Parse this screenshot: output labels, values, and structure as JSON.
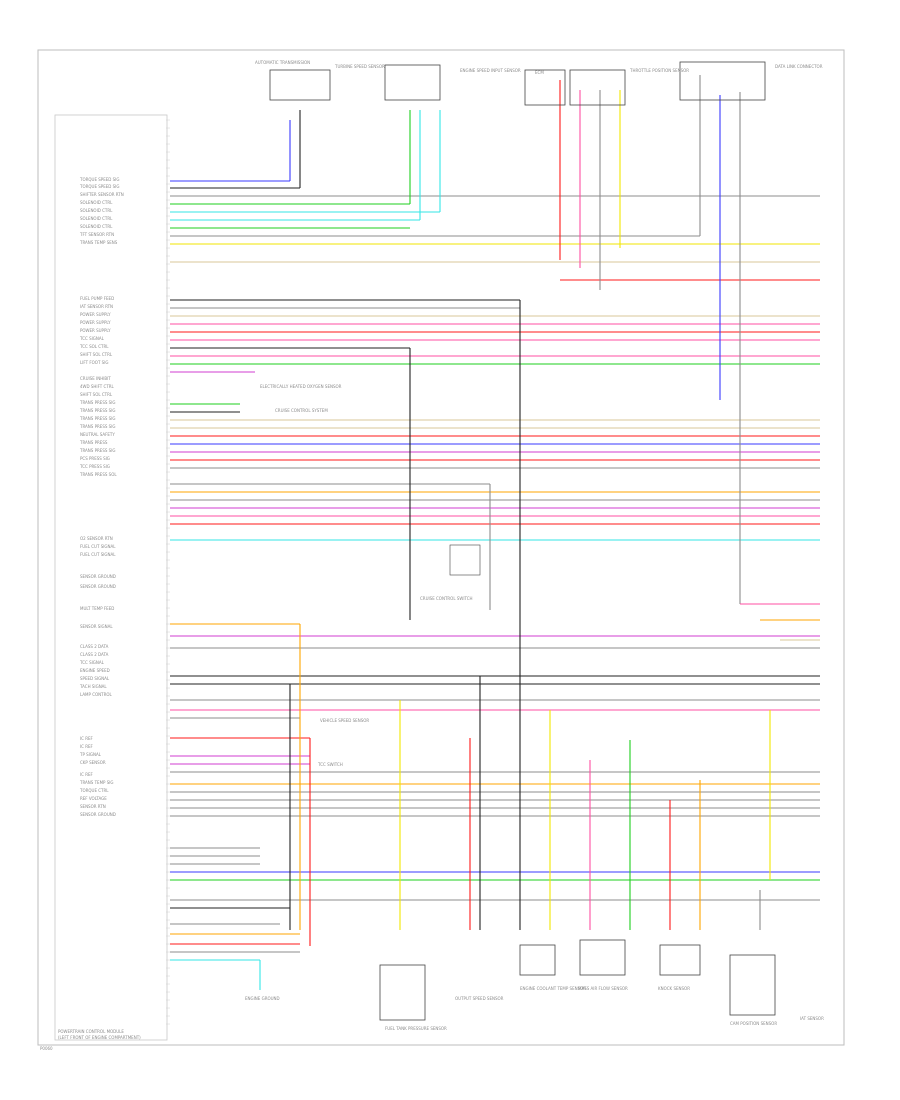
{
  "diagram": {
    "footer_label": "POWERTRAIN CONTROL MODULE",
    "footer_sub": "(LEFT FRONT OF ENGINE COMPARTMENT)",
    "footer_code": "P0060",
    "left_pin_labels": [
      "TORQUE SPEED SIG",
      "TORQUE SPEED SIG",
      "SHIFTER SENSOR RTN",
      "SOLENOID CTRL",
      "SOLENOID CTRL",
      "SOLENOID CTRL",
      "SOLENOID CTRL",
      "TFT SENSOR RTN",
      "TRANS TEMP SENS",
      "FUEL PUMP FEED",
      "IAT SENSOR RTN",
      "POWER SUPPLY",
      "POWER SUPPLY",
      "POWER SUPPLY",
      "TCC SIGNAL",
      "TCC SOL CTRL",
      "SHIFT SOL CTRL",
      "LIFT FOOT SIG",
      "CRUISE INHIBIT",
      "4WD SHIFT CTRL",
      "SHIFT SOL CTRL",
      "TRANS PRESS SIG",
      "TRANS PRESS SIG",
      "TRANS PRESS SIG",
      "TRANS PRESS SIG",
      "NEUTRAL SAFETY",
      "TRANS PRESS",
      "TRANS PRESS SIG",
      "PCS PRESS SIG",
      "TCC PRESS SIG",
      "TRANS PRESS SOL",
      "O2 SENSOR RTN",
      "FUEL CUT SIGNAL",
      "FUEL CUT SIGNAL",
      "SENSOR GROUND",
      "SENSOR GROUND",
      "MULT TEMP FEED",
      "SENSOR SIGNAL",
      "CLASS 2 DATA",
      "CLASS 2 DATA",
      "TCC SIGNAL",
      "ENGINE SPEED",
      "SPEED SIGNAL",
      "TACH SIGNAL",
      "LAMP CONTROL",
      "IC REF",
      "IC REF",
      "TP SIGNAL",
      "CKP SENSOR",
      "IC REF",
      "TRANS TEMP SIG",
      "TORQUE CTRL",
      "REF VOLTAGE",
      "SENSOR RTN",
      "SENSOR GROUND"
    ],
    "top_components": [
      {
        "label": "AUTOMATIC TRANSMISSION"
      },
      {
        "label": "TURBINE SPEED SENSOR"
      },
      {
        "label": "ENGINE SPEED INPUT SENSOR"
      },
      {
        "label": "ECM"
      },
      {
        "label": "THROTTLE POSITION SENSOR"
      },
      {
        "label": "DATA LINK CONNECTOR"
      }
    ],
    "bottom_components": [
      {
        "label": "ENGINE GROUND"
      },
      {
        "label": "FUEL TANK PRESSURE SENSOR"
      },
      {
        "label": "OUTPUT SPEED SENSOR"
      },
      {
        "label": "ENGINE COOLANT TEMP SENSOR"
      },
      {
        "label": "MASS AIR FLOW SENSOR"
      },
      {
        "label": "KNOCK SENSOR"
      },
      {
        "label": "CAM POSITION SENSOR"
      },
      {
        "label": "IAT SENSOR"
      }
    ],
    "middle_component": {
      "label": "CRUISE CONTROL SWITCH"
    },
    "side_notes": [
      "ELECTRICALLY HEATED OXYGEN SENSOR",
      "CRUISE CONTROL SYSTEM",
      "VEHICLE SPEED SENSOR",
      "TCC SWITCH"
    ],
    "colors": {
      "pink": "#ff4fa3",
      "red": "#ff1a1a",
      "orange": "#ffa500",
      "yellow": "#f2e600",
      "green": "#1ecf1e",
      "cyan": "#33e6e6",
      "blue": "#3a3aff",
      "purple": "#d23cd2",
      "gray": "#8c8c8c",
      "black": "#222222",
      "tan": "#d8c79a"
    }
  }
}
